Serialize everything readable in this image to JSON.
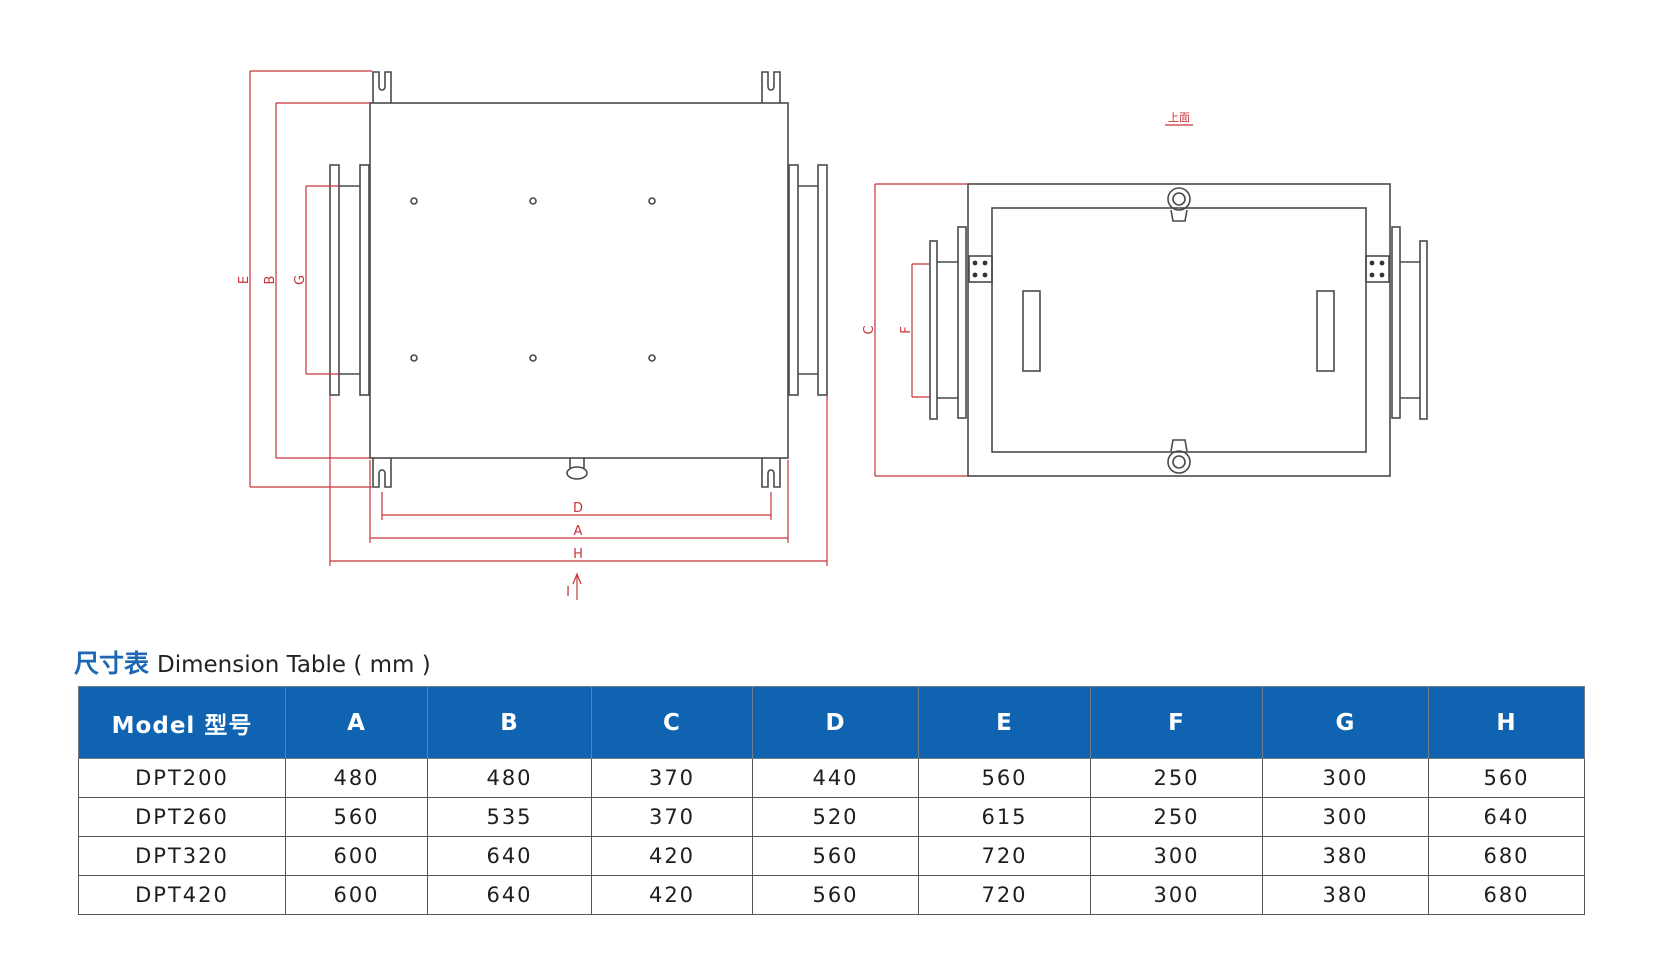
{
  "drawing": {
    "front_labels": [
      "E",
      "B",
      "G",
      "D",
      "A",
      "H",
      "I"
    ],
    "side_labels": [
      "C",
      "F"
    ],
    "side_top_mark": "上面"
  },
  "table": {
    "title_cn": "尺寸表",
    "title_en": "Dimension Table ( mm )",
    "headers": [
      "Model 型号",
      "A",
      "B",
      "C",
      "D",
      "E",
      "F",
      "G",
      "H"
    ],
    "rows": [
      [
        "DPT200",
        "480",
        "480",
        "370",
        "440",
        "560",
        "250",
        "300",
        "560"
      ],
      [
        "DPT260",
        "560",
        "535",
        "370",
        "520",
        "615",
        "250",
        "300",
        "640"
      ],
      [
        "DPT320",
        "600",
        "640",
        "420",
        "560",
        "720",
        "300",
        "380",
        "680"
      ],
      [
        "DPT420",
        "600",
        "640",
        "420",
        "560",
        "720",
        "300",
        "380",
        "680"
      ]
    ]
  },
  "colors": {
    "header_bg": "#0f63b0",
    "title_cn": "#1c68b4",
    "dimension_lines": "#c8343b",
    "outline": "#4a4a4a"
  }
}
